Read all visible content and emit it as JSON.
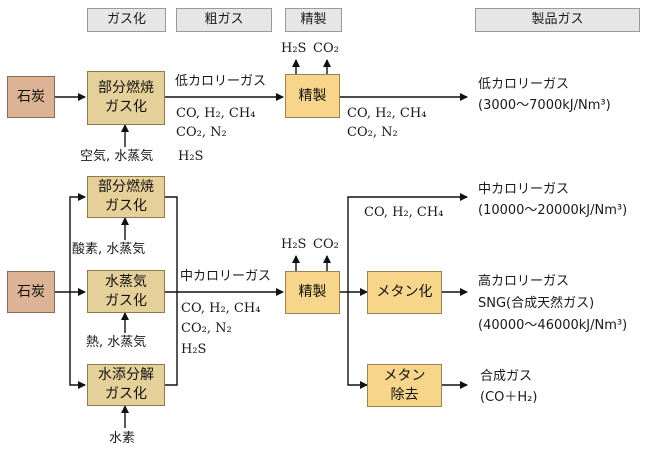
{
  "headers": {
    "gasification": "ガス化",
    "crude_gas": "粗ガス",
    "purification": "精製",
    "product_gas": "製品ガス"
  },
  "top": {
    "coal": "石炭",
    "gasifier_line1": "部分燃焼",
    "gasifier_line2": "ガス化",
    "crude_label": "低カロリーガス",
    "crude_comp_line1": "CO, H₂, CH₄",
    "crude_comp_line2": "CO₂, N₂",
    "agent": "空気, 水蒸気",
    "h2s_outlet": "H₂S",
    "byproduct_h2s": "H₂S",
    "byproduct_co2": "CO₂",
    "purification": "精製",
    "clean_comp_line1": "CO, H₂, CH₄",
    "clean_comp_line2": "CO₂, N₂",
    "product_name": "低カロリーガス",
    "product_range": "(3000～7000kJ/Nm³)"
  },
  "bottom": {
    "coal": "石炭",
    "gasifier_partial_line1": "部分燃焼",
    "gasifier_partial_line2": "ガス化",
    "agent_partial": "酸素, 水蒸気",
    "gasifier_steam_line1": "水蒸気",
    "gasifier_steam_line2": "ガス化",
    "agent_steam": "熱, 水蒸気",
    "gasifier_hydro_line1": "水添分解",
    "gasifier_hydro_line2": "ガス化",
    "agent_hydro": "水素",
    "crude_label": "中カロリーガス",
    "crude_comp_line1": "CO, H₂, CH₄",
    "crude_comp_line2": "CO₂, N₂",
    "crude_comp_line3": "H₂S",
    "byproduct_h2s": "H₂S",
    "byproduct_co2": "CO₂",
    "purification": "精製",
    "medium_comp": "CO, H₂, CH₄",
    "medium_name": "中カロリーガス",
    "medium_range": "(10000～20000kJ/Nm³)",
    "methanation": "メタン化",
    "high_name": "高カロリーガス",
    "high_sng": "SNG(合成天然ガス)",
    "high_range": "(40000～46000kJ/Nm³)",
    "methane_removal_line1": "メタン",
    "methane_removal_line2": "除去",
    "syngas_name": "合成ガス",
    "syngas_comp": "(CO＋H₂)"
  }
}
